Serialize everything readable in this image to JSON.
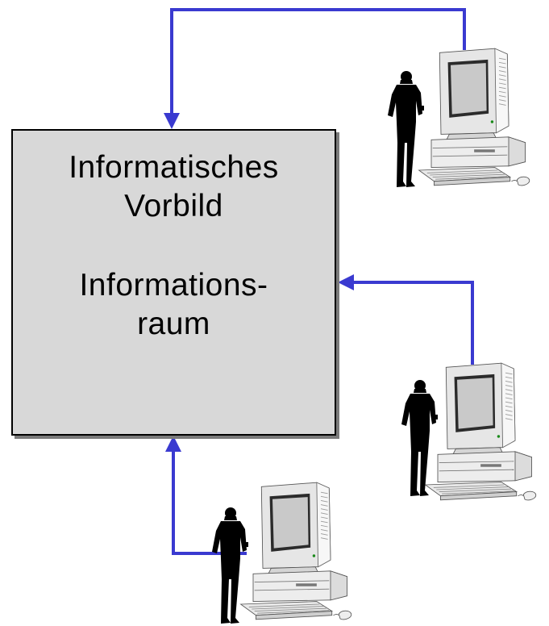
{
  "box": {
    "line1": "Informatisches",
    "line2": "Vorbild",
    "line3": "Informations-",
    "line4": "raum"
  },
  "colors": {
    "arrow": "#3a3ad0",
    "box_fill": "#d8d8d8",
    "box_shadow": "#7a7a7a",
    "silhouette": "#000000",
    "computer_light": "#f2f2f2",
    "computer_mid": "#cfcfcf",
    "screen": "#c9c9c9"
  },
  "icons": [
    "computer-workstation-icon",
    "person-silhouette-icon"
  ]
}
